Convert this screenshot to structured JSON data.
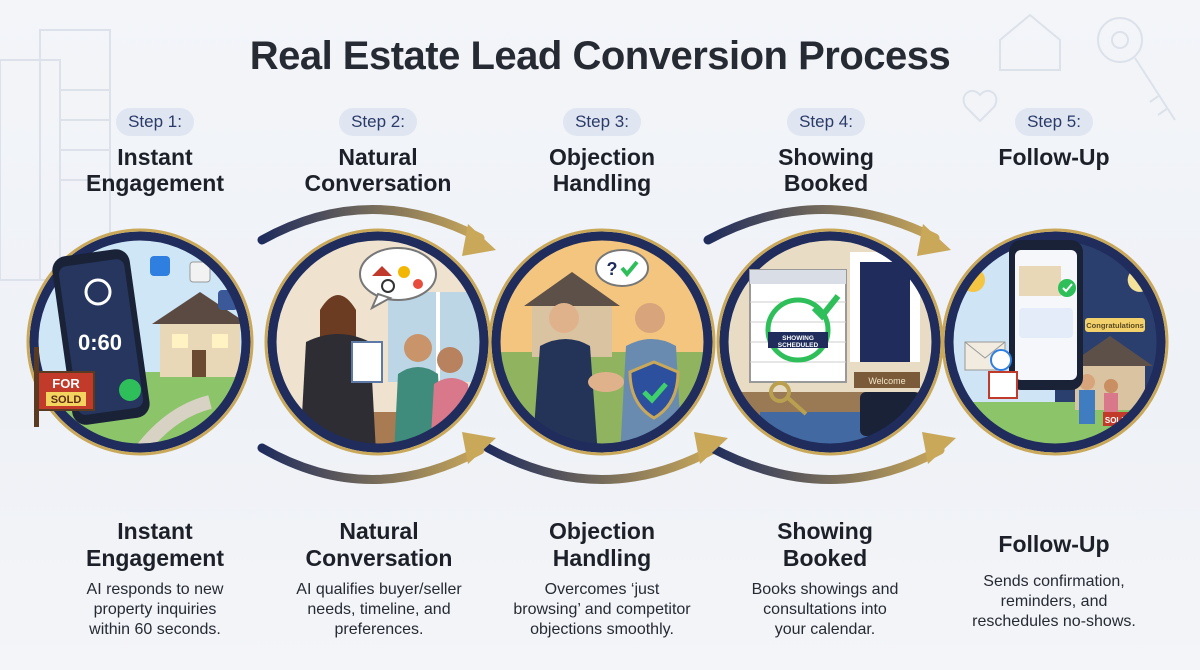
{
  "title": "Real Estate Lead Conversion Process",
  "steps": [
    {
      "label": "Step 1:",
      "heading_line1": "Instant",
      "heading_line2": "Engagement",
      "desc_line1": "AI responds to new",
      "desc_line2": "property inquiries",
      "desc_line3": "within 60 seconds.",
      "phone_timer": "0:60",
      "sign_top": "FOR",
      "sign_bottom": "SOLD"
    },
    {
      "label": "Step 2:",
      "heading_line1": "Natural",
      "heading_line2": "Conversation",
      "desc_line1": "AI qualifies buyer/seller",
      "desc_line2": "needs, timeline, and",
      "desc_line3": "preferences."
    },
    {
      "label": "Step 3:",
      "heading_line1": "Objection",
      "heading_line2": "Handling",
      "desc_line1": "Overcomes ‘just",
      "desc_line2": "browsing’ and competitor",
      "desc_line3": "objections smoothly.",
      "bubble": "?"
    },
    {
      "label": "Step 4:",
      "heading_line1": "Showing",
      "heading_line2": "Booked",
      "desc_line1": "Books showings and",
      "desc_line2": "consultations into",
      "desc_line3": "your calendar.",
      "calendar_stamp_1": "SHOWING",
      "calendar_stamp_2": "SCHEDULED",
      "mat": "Welcome"
    },
    {
      "label": "Step 5:",
      "heading_line1": "Follow-Up",
      "heading_line2": "",
      "desc_line1": "Sends confirmation,",
      "desc_line2": "reminders, and",
      "desc_line3": "reschedules no-shows.",
      "banner": "Congratulations",
      "sign": "SOLD"
    }
  ],
  "colors": {
    "navy": "#1f2c5c",
    "gold": "#c9a85a",
    "pill": "#dfe6f2"
  }
}
